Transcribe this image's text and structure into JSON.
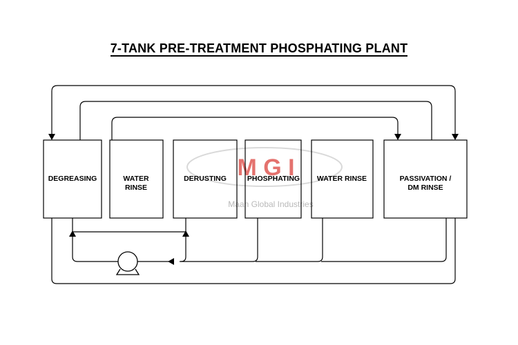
{
  "title": "7-TANK PRE-TREATMENT PHOSPHATING PLANT",
  "tanks": [
    {
      "lines": [
        "DEGREASING"
      ]
    },
    {
      "lines": [
        "WATER",
        "RINSE"
      ]
    },
    {
      "lines": [
        "DERUSTING"
      ]
    },
    {
      "lines": [
        "PHOSPHATING"
      ]
    },
    {
      "lines": [
        "WATER RINSE"
      ]
    },
    {
      "lines": [
        "PASSIVATION /",
        "DM RINSE"
      ]
    }
  ],
  "watermark": {
    "letters": "M G I",
    "subtitle": "Maan Global Industries",
    "letter_color": "#e05a55",
    "subtitle_color": "#b9b9b9"
  },
  "colors": {
    "line": "#000000",
    "background": "#ffffff"
  }
}
